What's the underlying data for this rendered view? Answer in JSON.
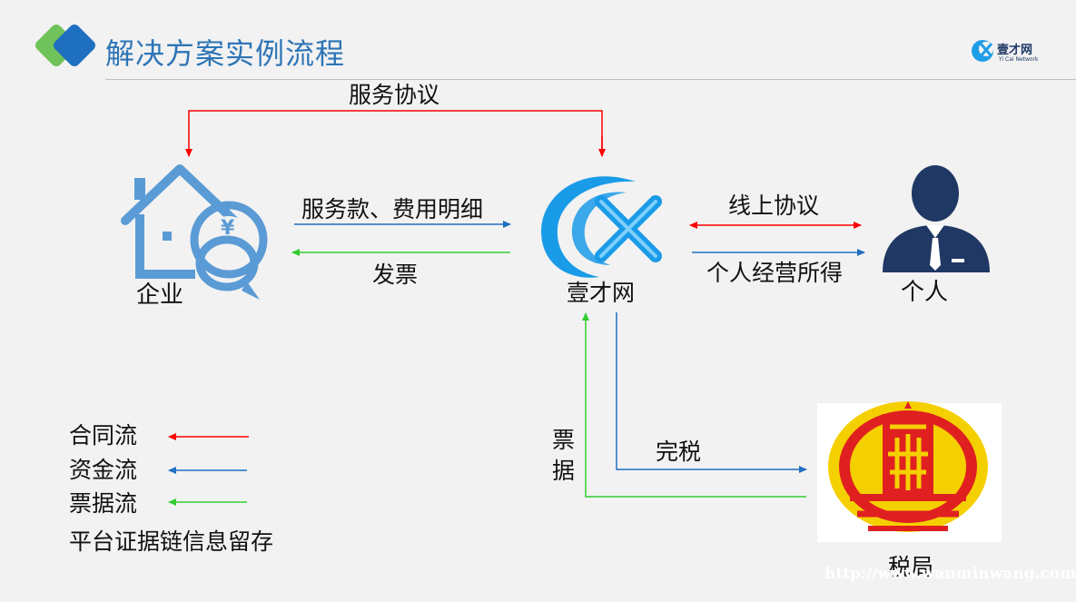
{
  "header": {
    "title": "解决方案实例流程",
    "brand_cn": "壹才网",
    "brand_en": "Yi Cai Network"
  },
  "nodes": {
    "enterprise": "企业",
    "yicai": "壹才网",
    "individual": "个人",
    "tax_bureau": "税局"
  },
  "flows": {
    "service_agreement": "服务协议",
    "service_payment": "服务款、费用明细",
    "invoice": "发票",
    "online_agreement": "线上协议",
    "personal_income": "个人经营所得",
    "tax_complete": "完税",
    "receipt_line1": "票",
    "receipt_line2": "据"
  },
  "legend": {
    "contract_flow": "合同流",
    "fund_flow": "资金流",
    "invoice_flow": "票据流",
    "platform_note": "平台证据链信息留存"
  },
  "colors": {
    "contract": "#ff0000",
    "fund": "#1f6fc0",
    "invoice": "#33cc33",
    "title": "#2e75b6"
  },
  "watermark": "http://www.wanminwang.com"
}
